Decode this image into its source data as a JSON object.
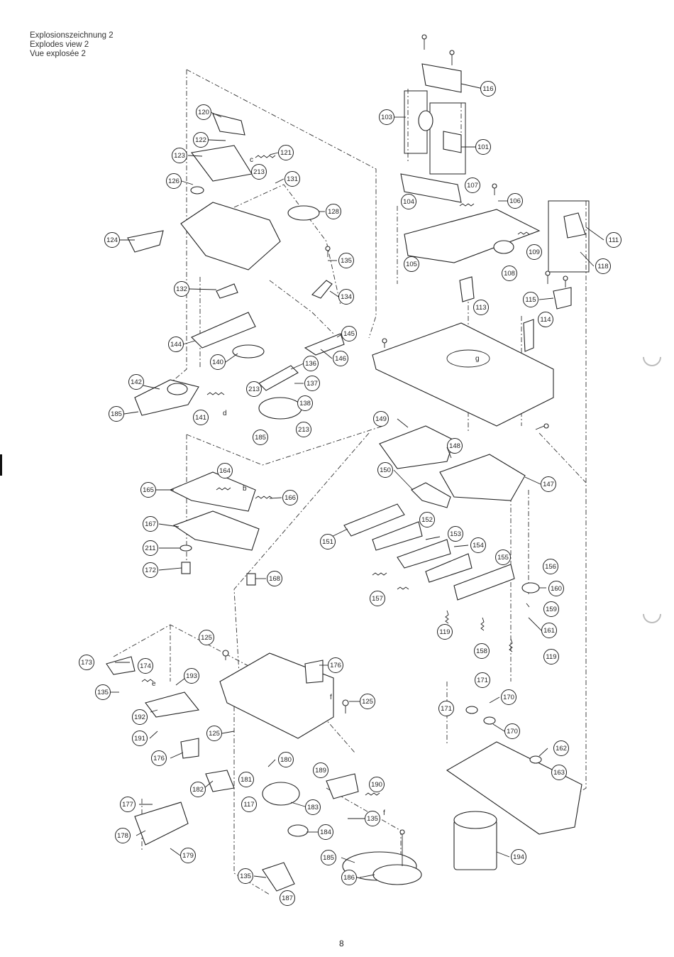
{
  "title": {
    "de": "Explosionszeichnung 2",
    "en": "Explodes view 2",
    "fr": "Vue explosée 2"
  },
  "page_number": "8",
  "letters": [
    "c",
    "d",
    "g",
    "b",
    "e",
    "f",
    "f"
  ],
  "callouts": [
    "120",
    "122",
    "123",
    "121",
    "213",
    "131",
    "126",
    "128",
    "124",
    "135",
    "132",
    "134",
    "144",
    "140",
    "145",
    "146",
    "136",
    "137",
    "142",
    "185",
    "141",
    "213",
    "138",
    "185",
    "213",
    "116",
    "103",
    "101",
    "107",
    "106",
    "104",
    "105",
    "109",
    "108",
    "111",
    "118",
    "113",
    "115",
    "114",
    "149",
    "148",
    "150",
    "147",
    "165",
    "164",
    "166",
    "167",
    "211",
    "172",
    "168",
    "151",
    "152",
    "153",
    "154",
    "155",
    "156",
    "160",
    "157",
    "159",
    "161",
    "119",
    "158",
    "119",
    "125",
    "173",
    "174",
    "193",
    "176",
    "135",
    "125",
    "192",
    "191",
    "125",
    "176",
    "180",
    "182",
    "181",
    "117",
    "177",
    "183",
    "189",
    "190",
    "135",
    "184",
    "178",
    "179",
    "185",
    "186",
    "135",
    "187",
    "171",
    "170",
    "171",
    "170",
    "162",
    "163",
    "194"
  ]
}
